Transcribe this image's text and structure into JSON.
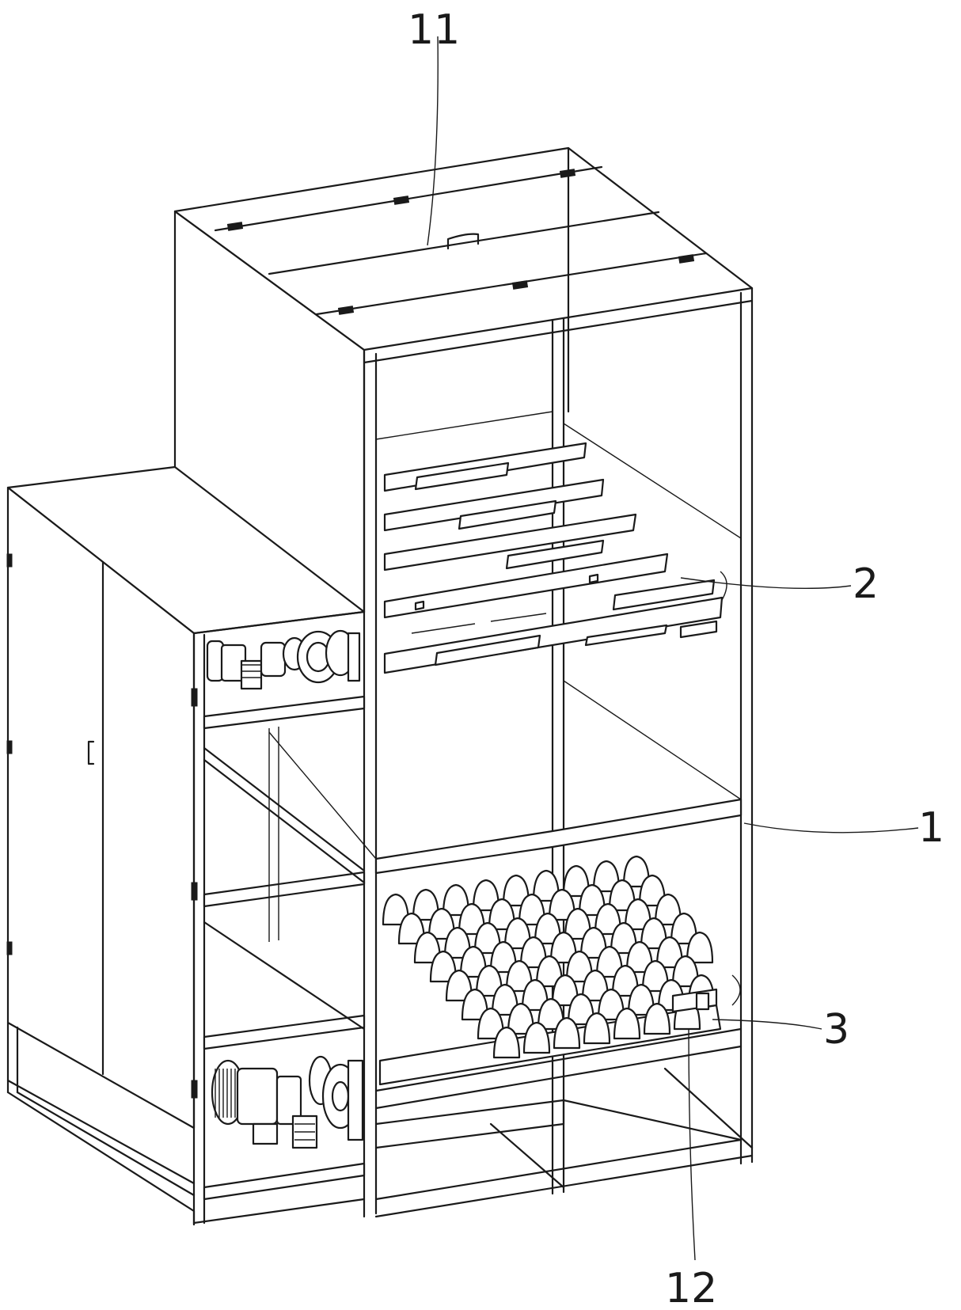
{
  "figure": {
    "reference_numerals": [
      {
        "id": "ref-11",
        "label": "11"
      },
      {
        "id": "ref-2",
        "label": "2"
      },
      {
        "id": "ref-1",
        "label": "1"
      },
      {
        "id": "ref-3",
        "label": "3"
      },
      {
        "id": "ref-12",
        "label": "12"
      }
    ]
  },
  "colors": {
    "line": "#1a1a1a",
    "background": "#ffffff"
  }
}
